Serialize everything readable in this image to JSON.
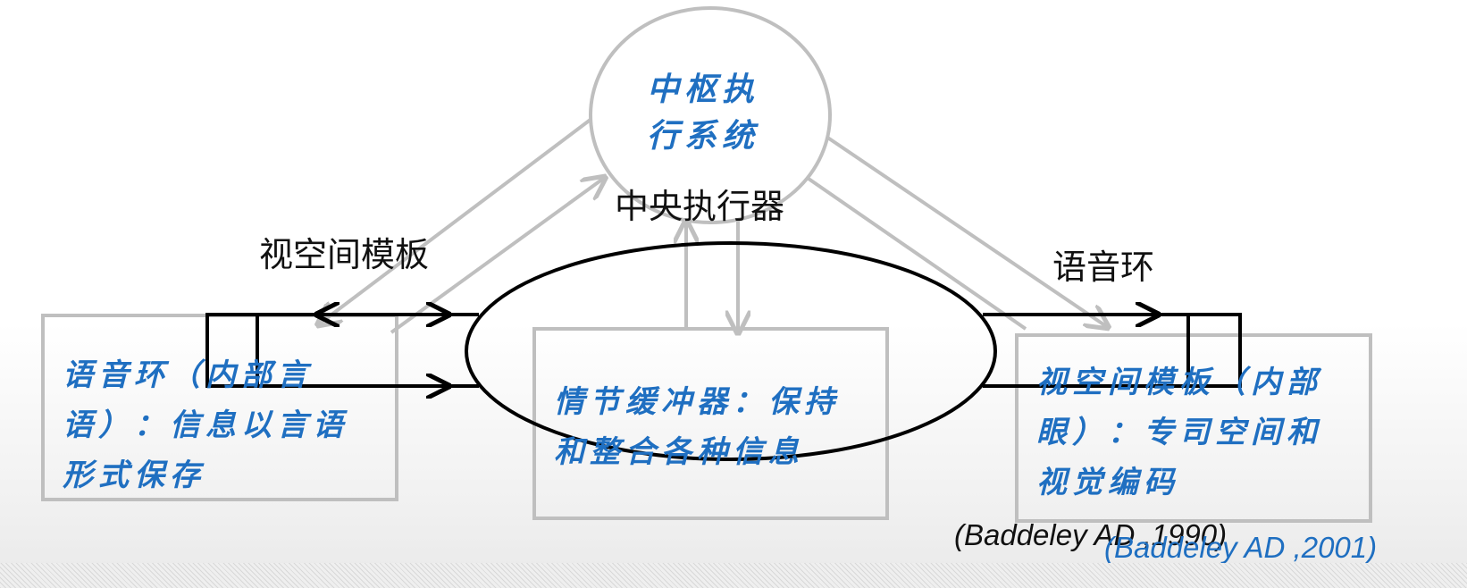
{
  "central_executive": {
    "label": "中枢执\n行系统",
    "caption": "中央执行器"
  },
  "visuospatial_caption": "视空间模板",
  "phonological_caption": "语音环",
  "phonological_box": "语音环（内部言\n语）：信息以言语\n形式保存",
  "episodic_box": "情节缓冲器：保持\n和整合各种信息",
  "visuospatial_box": "视空间模板（内部\n眼）：专司空间和\n视觉编码",
  "citations": {
    "c1990": "(Baddeley AD ,1990)",
    "c2001": "(Baddeley AD ,2001)"
  },
  "colors": {
    "gray_lines": "#bfbfbf",
    "black_lines": "#000000",
    "blue_text": "#1f6fc1"
  }
}
